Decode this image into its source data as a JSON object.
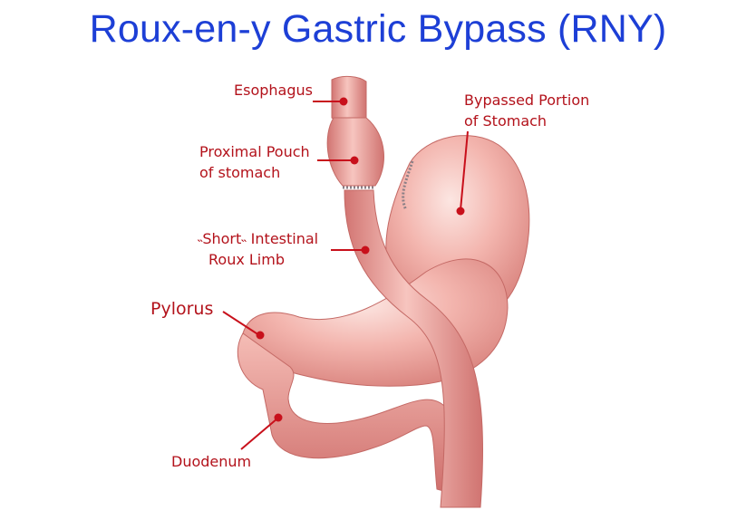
{
  "title": "Roux-en-y Gastric Bypass (RNY)",
  "labels": {
    "esophagus": "Esophagus",
    "bypassed_line1": "Bypassed Portion",
    "bypassed_line2": "of Stomach",
    "pouch_line1": "Proximal Pouch",
    "pouch_line2": "of stomach",
    "roux_line1": "˵Short˵ Intestinal",
    "roux_line2": "Roux Limb",
    "pylorus": "Pylorus",
    "duodenum": "Duodenum"
  },
  "colors": {
    "title": "#1d3fd6",
    "label": "#b3121b",
    "tissue": "#eea39e",
    "tissue_dark": "#cf6f6c",
    "tissue_light": "#fbdcd7"
  }
}
